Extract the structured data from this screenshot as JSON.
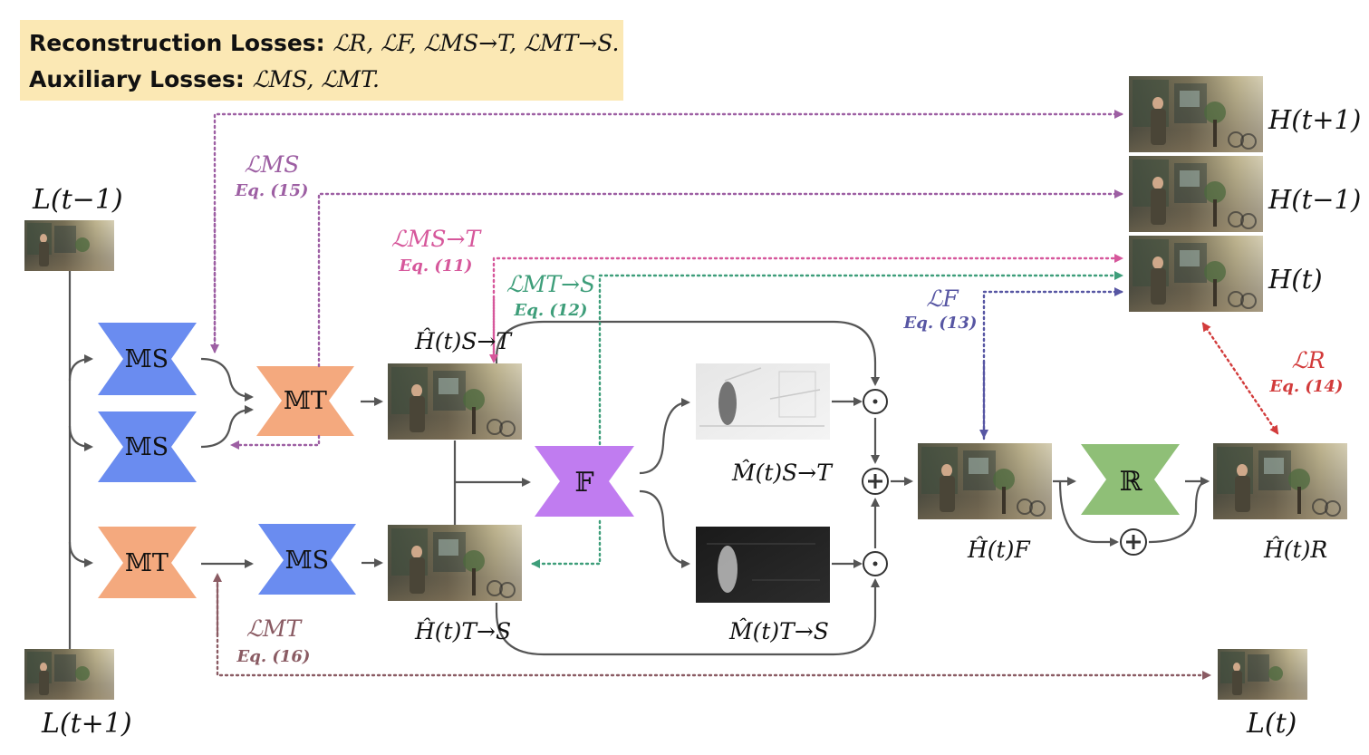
{
  "legend": {
    "reconstruction_title": "Reconstruction Losses:",
    "reconstruction_terms": "ℒR, ℒF, ℒMS→T, ℒMT→S.",
    "auxiliary_title": "Auxiliary Losses:",
    "auxiliary_terms": "ℒMS, ℒMT."
  },
  "inputs": {
    "prev_frame": "L(t−1)",
    "next_frame": "L(t+1)",
    "current_frame": "L(t)"
  },
  "targets": {
    "h_next": "H(t+1)",
    "h_prev": "H(t−1)",
    "h_cur": "H(t)"
  },
  "networks": {
    "ms": "𝕄S",
    "mt": "𝕄T",
    "fusion": "𝔽",
    "refine": "ℝ"
  },
  "intermediates": {
    "h_s2t": "Ĥ(t)S→T",
    "h_t2s": "Ĥ(t)T→S",
    "m_s2t": "M̂(t)S→T",
    "m_t2s": "M̂(t)T→S",
    "h_f": "Ĥ(t)F",
    "h_r": "Ĥ(t)R"
  },
  "losses": {
    "l_ms": "ℒMS",
    "l_ms_eq": "Eq. (15)",
    "l_ms2t": "ℒMS→T",
    "l_ms2t_eq": "Eq. (11)",
    "l_mt2s": "ℒMT→S",
    "l_mt2s_eq": "Eq. (12)",
    "l_f": "ℒF",
    "l_f_eq": "Eq. (13)",
    "l_r": "ℒR",
    "l_r_eq": "Eq. (14)",
    "l_mt": "ℒMT",
    "l_mt_eq": "Eq. (16)"
  },
  "operators": {
    "multiply": "⊙",
    "add": "+"
  },
  "colors": {
    "ms_blue": "#6a8cf0",
    "mt_orange": "#f4a97e",
    "fusion_purple": "#c07cf0",
    "refine_green": "#8fbf77",
    "legend_bg": "#fbe8b4",
    "loss_purple": "#9d5fa3",
    "loss_pink": "#d6579b",
    "loss_teal": "#3e9e7a",
    "loss_indigo": "#5756a3",
    "loss_red": "#d23b3b",
    "loss_brown": "#8a5b63"
  }
}
